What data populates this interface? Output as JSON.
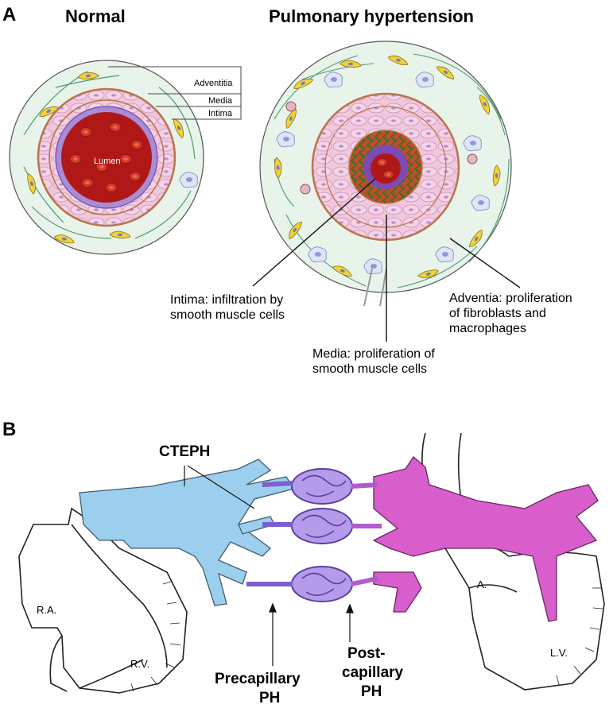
{
  "panel_a": {
    "letter": "A",
    "title_normal": "Normal",
    "title_ph": "Pulmonary hypertension",
    "layers": {
      "adventitia": "Adventitia",
      "media": "Media",
      "intima": "Intima"
    },
    "lumen": "Lumen",
    "callouts": {
      "intima_line1": "Intima: infiltration by",
      "intima_line2": "smooth muscle cells",
      "media_line1": "Media: proliferation of",
      "media_line2": "smooth muscle cells",
      "adventitia_line1": "Adventia: proliferation",
      "adventitia_line2": "of fibroblasts and",
      "adventitia_line3": "macrophages"
    }
  },
  "panel_b": {
    "letter": "B",
    "cteph": "CTEPH",
    "ra": "R.A.",
    "rv": "R.V.",
    "la": "A.",
    "lv": "L.V.",
    "pre_line1": "Precapillary",
    "pre_line2": "PH",
    "post_line1": "Post-",
    "post_line2": "capillary",
    "post_line3": "PH"
  },
  "colors": {
    "lumen": "#b01818",
    "rbc": "#d23a2a",
    "media_pink": "#f1c7dd",
    "adventitia_bg": "#e8f3ea",
    "fibroblast": "#f0d23a",
    "border_brown": "#b9744c",
    "arterial_blue": "#9ccfee",
    "venous_magenta": "#d85fcb",
    "capillary_purple": "#9b7ad8",
    "fibrosis_green": "#3f7a2c"
  }
}
